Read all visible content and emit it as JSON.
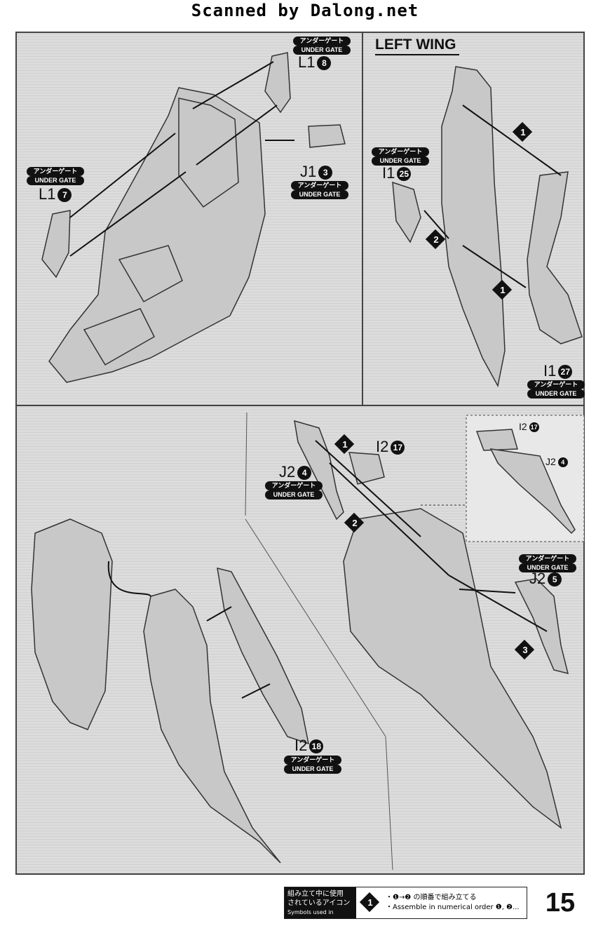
{
  "scanner_banner": "Scanned by Dalong.net",
  "section_title": "LEFT WING",
  "gate_label": {
    "jp": "アンダーゲート",
    "en": "UNDER GATE"
  },
  "parts": [
    {
      "id": "L1-8",
      "label": "L1",
      "num": "8"
    },
    {
      "id": "L1-7",
      "label": "L1",
      "num": "7"
    },
    {
      "id": "J1-3",
      "label": "J1",
      "num": "3"
    },
    {
      "id": "I1-25",
      "label": "I1",
      "num": "25"
    },
    {
      "id": "I1-27",
      "label": "I1",
      "num": "27"
    },
    {
      "id": "I2-17-a",
      "label": "I2",
      "num": "17"
    },
    {
      "id": "I2-17-b",
      "label": "I2",
      "num": "17"
    },
    {
      "id": "J2-4-a",
      "label": "J2",
      "num": "4"
    },
    {
      "id": "J2-4-b",
      "label": "J2",
      "num": "4"
    },
    {
      "id": "J2-5",
      "label": "J2",
      "num": "5"
    },
    {
      "id": "I2-18",
      "label": "I2",
      "num": "18"
    }
  ],
  "steps": [
    "1",
    "2",
    "1",
    "1",
    "2",
    "3"
  ],
  "legend": {
    "title_jp_1": "組み立て中に使用",
    "title_jp_2": "されているアイコン",
    "title_en": "Symbols used in instructions",
    "icon_num": "1",
    "line1": "・❶→❷ の順番で組み立てる",
    "line2": "・Assemble in numerical order ❶, ❷..."
  },
  "page_number": "15",
  "colors": {
    "part_fill": "#c8c8c8",
    "part_stroke": "#333333",
    "frame_bg": "#dcdcdc",
    "badge": "#111111"
  }
}
